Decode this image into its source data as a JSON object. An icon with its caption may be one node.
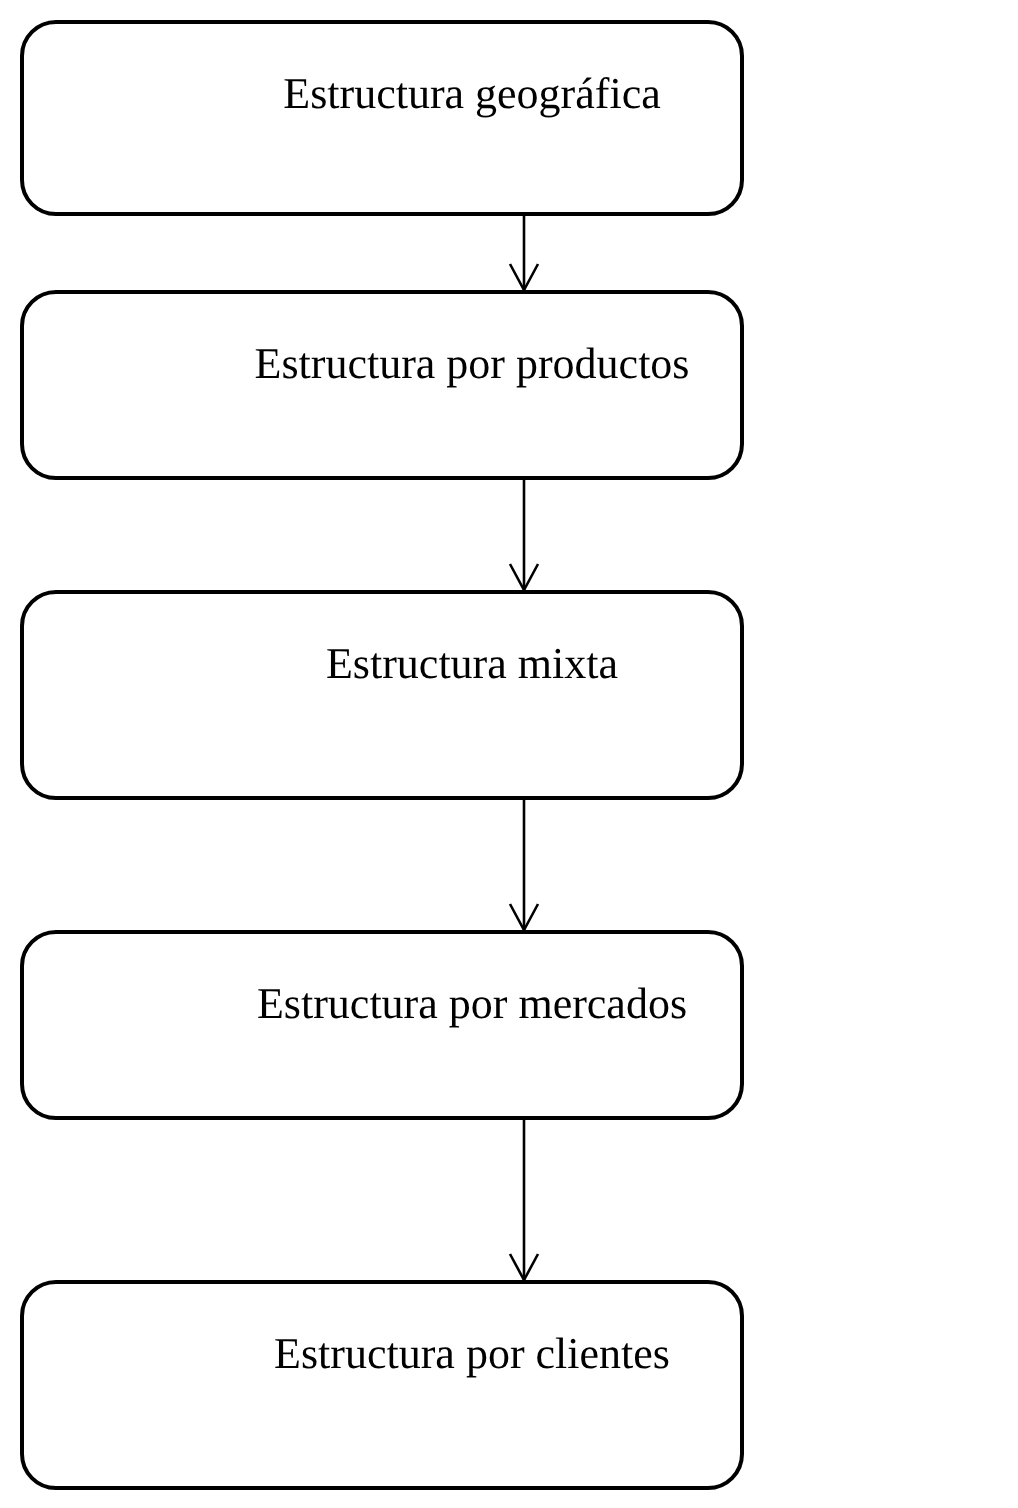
{
  "diagram": {
    "nodes": [
      {
        "text": [
          "Estructura geográfica"
        ]
      },
      {
        "text": [
          "Estructura por productos"
        ]
      },
      {
        "text": [
          "Estructura mixta"
        ]
      },
      {
        "text": [
          "Estructura por mercados"
        ]
      },
      {
        "text": [
          "Estructura por clientes"
        ]
      }
    ],
    "edges": [
      {
        "from": 0,
        "to": 1,
        "arrow": "to"
      },
      {
        "from": 1,
        "to": 2,
        "arrow": "to"
      },
      {
        "from": 2,
        "to": 3,
        "arrow": "to"
      },
      {
        "from": 3,
        "to": 4,
        "arrow": "to"
      }
    ]
  }
}
